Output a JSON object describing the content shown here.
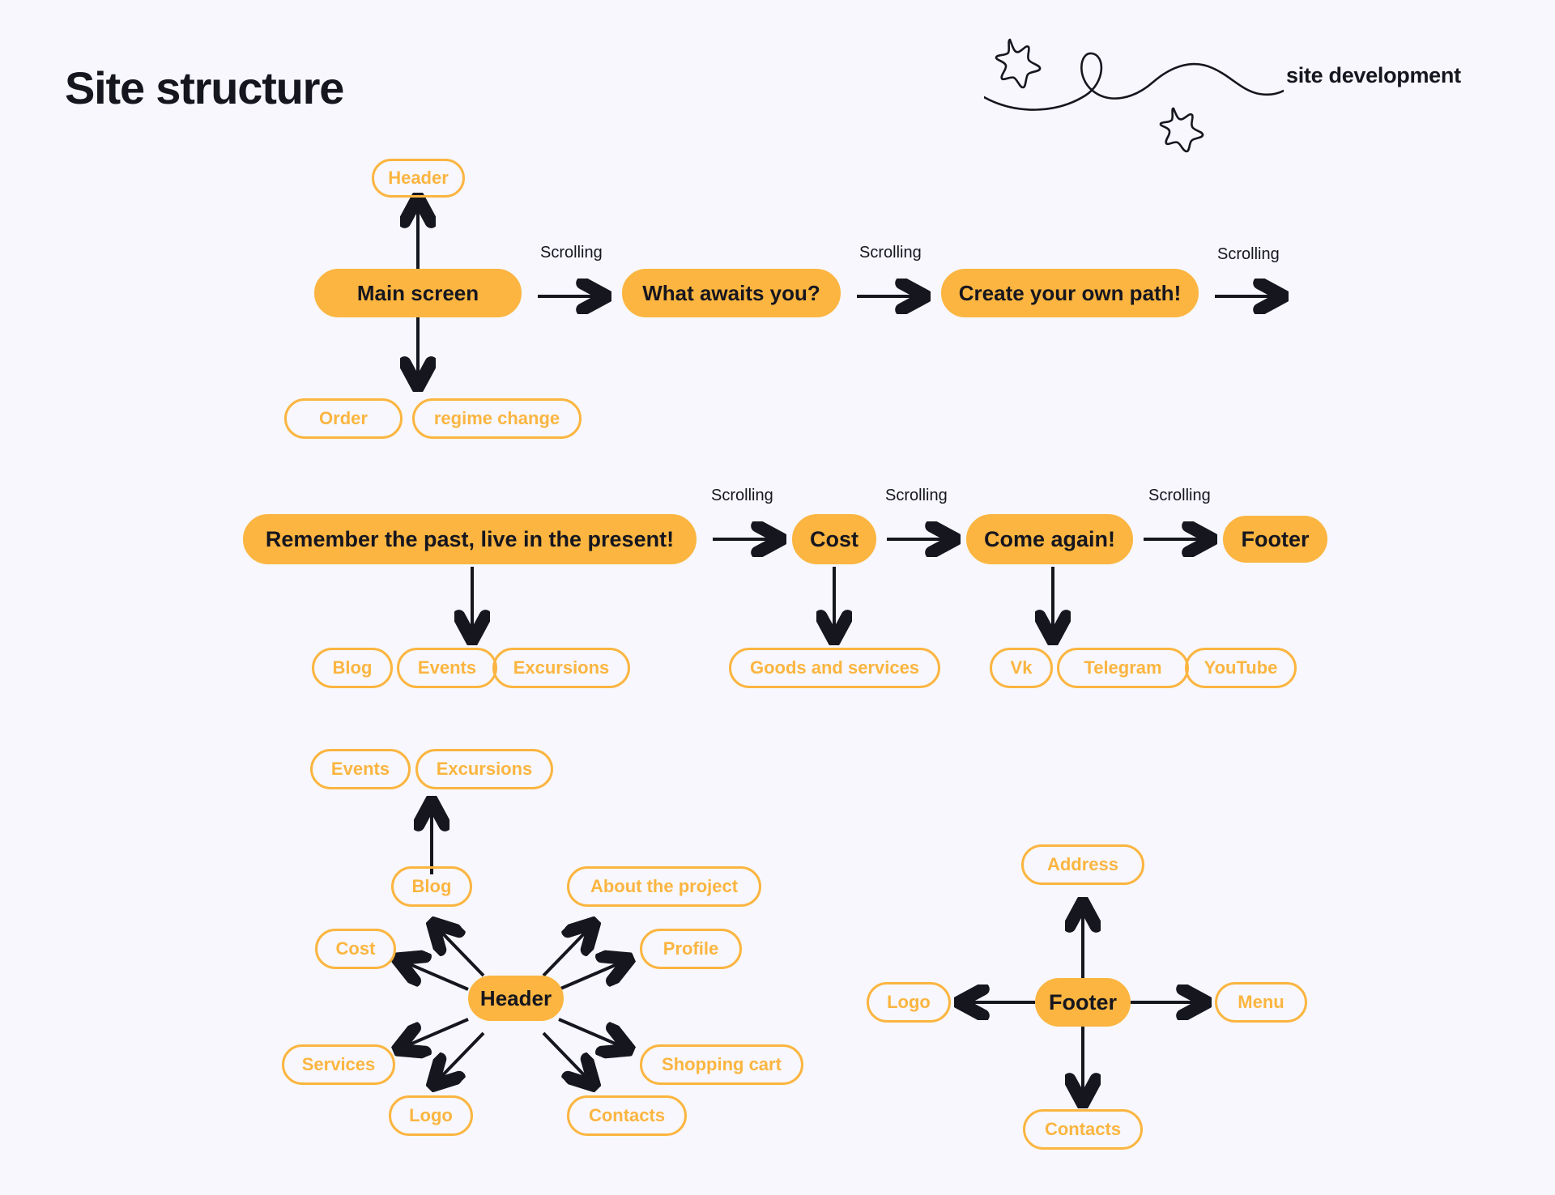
{
  "page": {
    "title": "Site structure",
    "brand_tag": "site development",
    "background_color": "#F7F7FD",
    "accent_color": "#FBB540",
    "text_color": "#16161F"
  },
  "decoration": {
    "squiggle": "hand-drawn-wavy-line",
    "stars": [
      "star-doodle-upper",
      "star-doodle-lower"
    ]
  },
  "edge_labels": {
    "scrolling": "Scrolling"
  },
  "flow_row_1": {
    "branch_up": {
      "label": "Header",
      "style": "outline"
    },
    "nodes": [
      {
        "label": "Main screen",
        "style": "solid"
      },
      {
        "label": "What awaits you?",
        "style": "solid"
      },
      {
        "label": "Create your own path!",
        "style": "solid"
      }
    ],
    "connector_labels": [
      "Scrolling",
      "Scrolling",
      "Scrolling"
    ],
    "branch_down": [
      {
        "label": "Order",
        "style": "outline"
      },
      {
        "label": "regime change",
        "style": "outline"
      }
    ]
  },
  "flow_row_2": {
    "nodes": [
      {
        "label": "Remember the past, live in the present!",
        "style": "solid"
      },
      {
        "label": "Cost",
        "style": "solid"
      },
      {
        "label": "Come again!",
        "style": "solid"
      },
      {
        "label": "Footer",
        "style": "solid"
      }
    ],
    "connector_labels": [
      "Scrolling",
      "Scrolling",
      "Scrolling"
    ],
    "children_group_1": [
      {
        "label": "Blog",
        "style": "outline"
      },
      {
        "label": "Events",
        "style": "outline"
      },
      {
        "label": "Excursions",
        "style": "outline"
      }
    ],
    "children_group_2": [
      {
        "label": "Goods and services",
        "style": "outline"
      }
    ],
    "children_group_3": [
      {
        "label": "Vk",
        "style": "outline"
      },
      {
        "label": "Telegram",
        "style": "outline"
      },
      {
        "label": "YouTube",
        "style": "outline"
      }
    ]
  },
  "header_map": {
    "center": {
      "label": "Header",
      "style": "solid"
    },
    "spokes": [
      {
        "label": "Blog",
        "style": "outline",
        "direction": "up-left"
      },
      {
        "label": "About the project",
        "style": "outline",
        "direction": "up-right"
      },
      {
        "label": "Cost",
        "style": "outline",
        "direction": "left-up"
      },
      {
        "label": "Profile",
        "style": "outline",
        "direction": "right-up"
      },
      {
        "label": "Services",
        "style": "outline",
        "direction": "left-down"
      },
      {
        "label": "Shopping cart",
        "style": "outline",
        "direction": "right-down"
      },
      {
        "label": "Logo",
        "style": "outline",
        "direction": "down-left"
      },
      {
        "label": "Contacts",
        "style": "outline",
        "direction": "down-right"
      }
    ],
    "blog_children": [
      {
        "label": "Events",
        "style": "outline"
      },
      {
        "label": "Excursions",
        "style": "outline"
      }
    ]
  },
  "footer_map": {
    "center": {
      "label": "Footer",
      "style": "solid"
    },
    "spokes": [
      {
        "label": "Address",
        "style": "outline",
        "direction": "up"
      },
      {
        "label": "Logo",
        "style": "outline",
        "direction": "left"
      },
      {
        "label": "Menu",
        "style": "outline",
        "direction": "right"
      },
      {
        "label": "Contacts",
        "style": "outline",
        "direction": "down"
      }
    ]
  }
}
